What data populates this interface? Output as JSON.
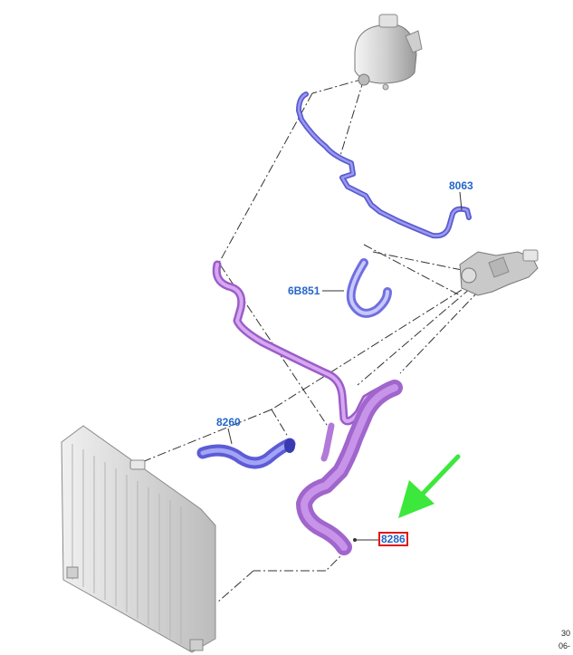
{
  "parts": {
    "p8063": "8063",
    "p6B851": "6B851",
    "p8260": "8260",
    "p8286": "8286"
  },
  "footer": {
    "ref1": "30",
    "ref2": "06-"
  },
  "colors": {
    "label": "#2466c9",
    "highlight_border": "#e01818",
    "arrow": "#3ce83c",
    "hose_blue": "#6f6fe0",
    "hose_light_blue": "#8c8cf0",
    "hose_purple": "#b070d8",
    "radiator": "#d9d9d9",
    "leader": "#333333"
  },
  "icons": {
    "tank": "coolant-expansion-tank-icon",
    "thermostat": "thermostat-housing-icon",
    "radiator": "radiator-icon",
    "arrow": "direction-arrow-icon"
  }
}
